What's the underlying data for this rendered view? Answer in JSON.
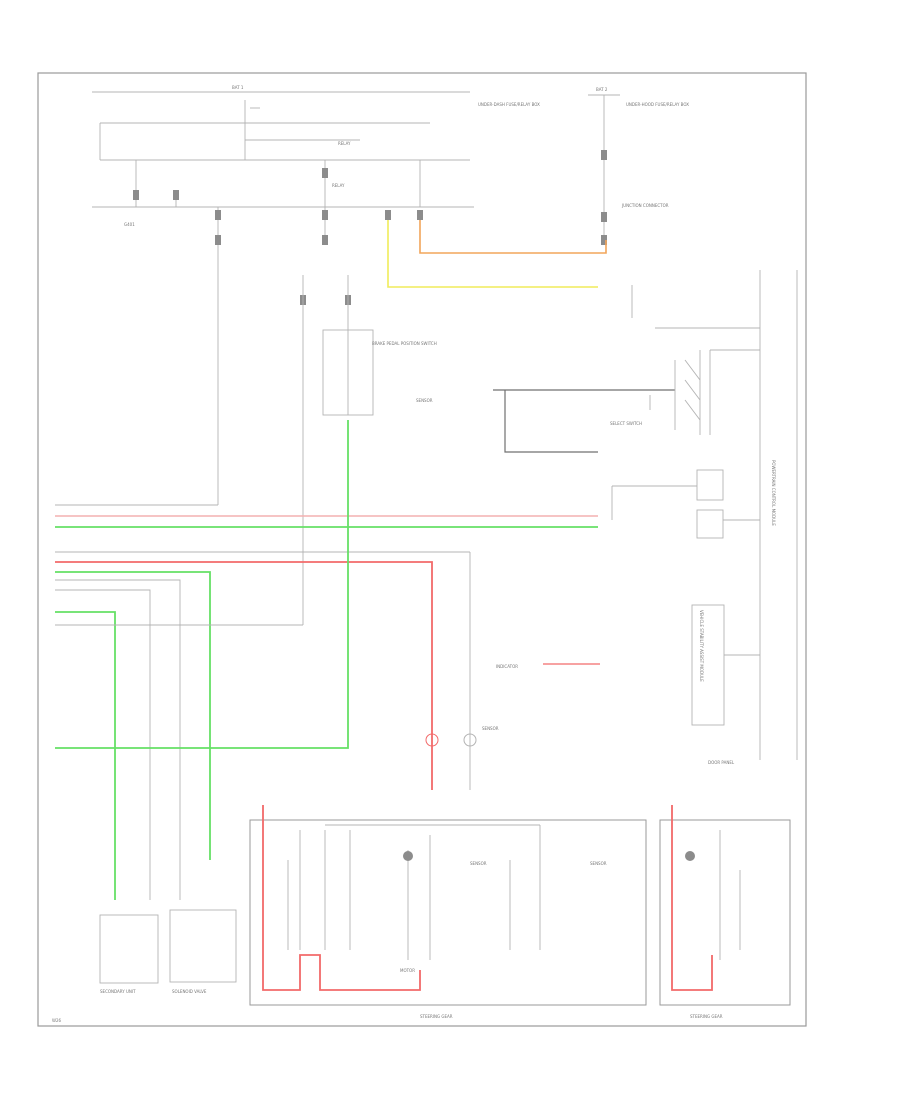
{
  "colors": {
    "frame": "#9a9a9a",
    "wire_gray": "#b4b4b4",
    "wire_dark": "#707070",
    "wire_orange": "#f2a55a",
    "wire_yellow": "#f0ec5a",
    "wire_green": "#66e066",
    "wire_red": "#f26a6a",
    "wire_pink": "#f4b0b0",
    "connector": "#8c8c8c",
    "background": "#ffffff"
  },
  "labels": {
    "top_fuse_left": "BAT 1",
    "top_fuse_right": "BAT 2",
    "relay_a": "RELAY",
    "relay_b": "RELAY",
    "fuse_box_note": "UNDER-DASH FUSE/RELAY BOX",
    "fuse_box_note_right": "UNDER-HOOD FUSE/RELAY BOX",
    "junction_note": "JUNCTION CONNECTOR",
    "switch_label": "BRAKE PEDAL POSITION SWITCH",
    "ground_label": "G401",
    "select_switch": "SELECT SWITCH",
    "pcm_label": "POWERTRAIN CONTROL MODULE",
    "module_label": "VEHICLE STABILITY ASSIST MODULE",
    "indicator_label": "INDICATOR",
    "left_unit_a": "SECONDARY UNIT",
    "left_unit_b": "SOLENOID VALVE",
    "bottom_left_caption": "STEERING GEAR",
    "bottom_right_caption": "STEERING GEAR",
    "door_panel_note": "DOOR PANEL",
    "motor_label": "MOTOR",
    "sensor_label_a": "SENSOR",
    "sensor_label_b": "SENSOR",
    "sensor_label_c": "SENSOR",
    "sensor_label_d": "SENSOR",
    "footer": "W26"
  }
}
